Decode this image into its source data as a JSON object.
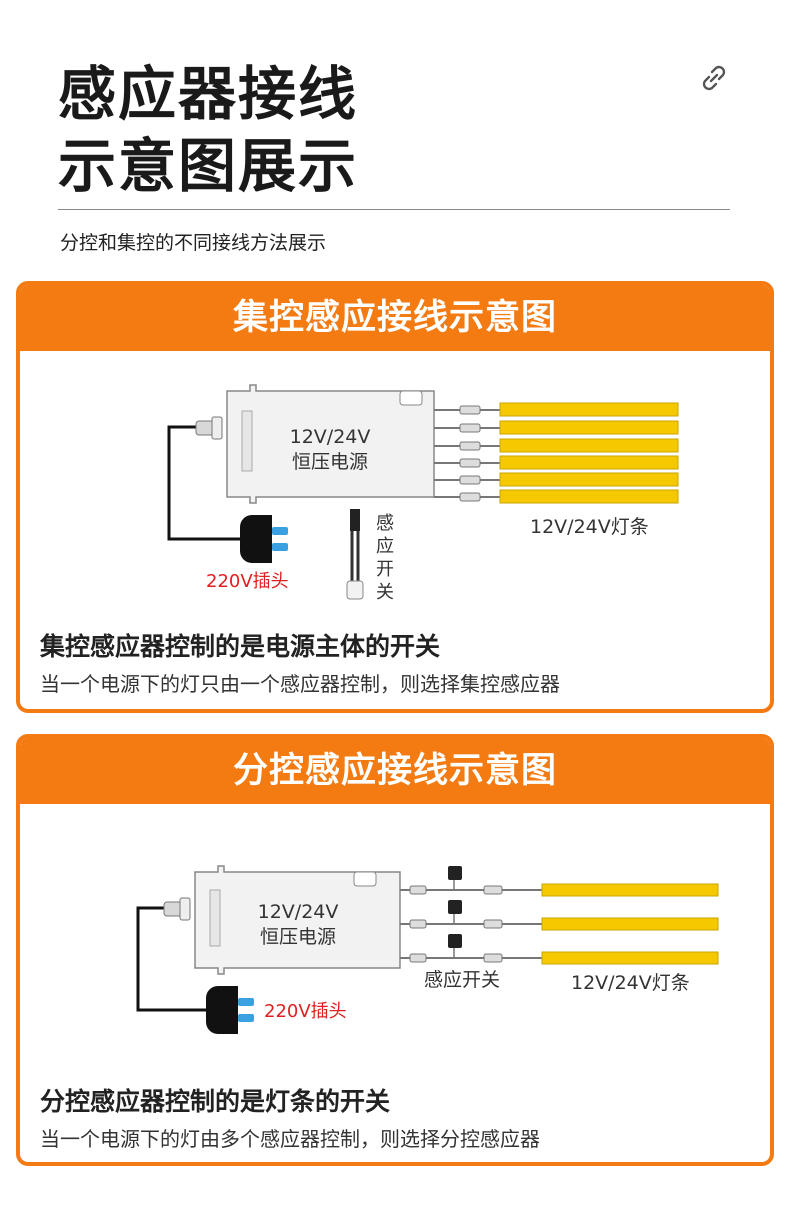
{
  "header": {
    "title_line1": "感应器接线",
    "title_line2": "示意图展示",
    "subtitle": "分控和集控的不同接线方法展示",
    "link_icon": "link-icon"
  },
  "card1": {
    "title": "集控感应接线示意图",
    "psu_line1": "12V/24V",
    "psu_line2": "恒压电源",
    "plug_label": "220V插头",
    "sensor_chars": [
      "感",
      "应",
      "开",
      "关"
    ],
    "strip_label": "12V/24V灯条",
    "foot_title": "集控感应器控制的是电源主体的开关",
    "foot_desc": "当一个电源下的灯只由一个感应器控制，则选择集控感应器"
  },
  "card2": {
    "title": "分控感应接线示意图",
    "psu_line1": "12V/24V",
    "psu_line2": "恒压电源",
    "plug_label": "220V插头",
    "sensor_label": "感应开关",
    "strip_label": "12V/24V灯条",
    "foot_title": "分控感应器控制的是灯条的开关",
    "foot_desc": "当一个电源下的灯由多个感应器控制，则选择分控感应器"
  },
  "colors": {
    "accent": "#f47a12",
    "strip": "#f5c800",
    "plug_prong": "#3aa0e0",
    "plug_label": "#e02020"
  }
}
